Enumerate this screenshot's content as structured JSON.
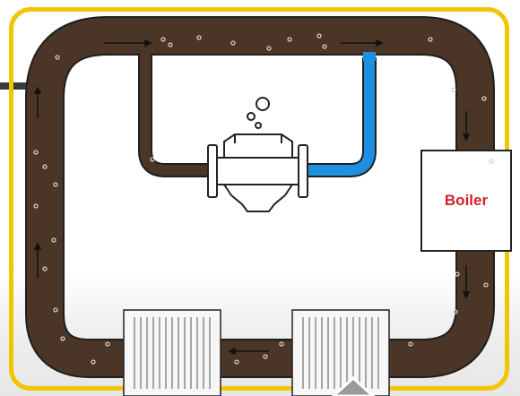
{
  "diagram": {
    "boiler_label": "Boiler",
    "colors": {
      "frame": "#f3c400",
      "pipe_dirty": "#4a3526",
      "pipe_clean": "#1e90e0",
      "boiler_text": "#d1202b",
      "outline": "#222222"
    },
    "components": [
      "loop-pipe",
      "magnetic-filter",
      "boiler",
      "radiator-left",
      "radiator-right",
      "bubbles-icon"
    ]
  }
}
